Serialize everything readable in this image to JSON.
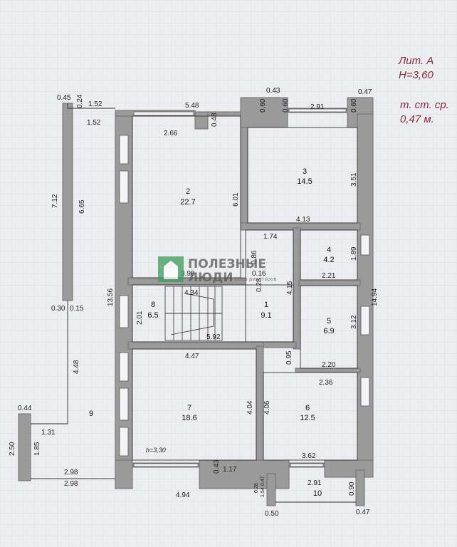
{
  "header": {
    "lit": "Лит. А",
    "height": "Н=3,60",
    "wall_thickness_line1": "т. ст. ср.",
    "wall_thickness_line2": "0,47 м."
  },
  "rooms": [
    {
      "id": "1",
      "number": "1",
      "area": "9.1"
    },
    {
      "id": "2",
      "number": "2",
      "area": "22.7"
    },
    {
      "id": "3",
      "number": "3",
      "area": "14.5"
    },
    {
      "id": "4",
      "number": "4",
      "area": "4.2"
    },
    {
      "id": "5",
      "number": "5",
      "area": "6.9"
    },
    {
      "id": "6",
      "number": "6",
      "area": "12.5"
    },
    {
      "id": "7",
      "number": "7",
      "area": "18.6"
    },
    {
      "id": "8",
      "number": "8",
      "area": "6.5"
    },
    {
      "id": "9",
      "number": "9",
      "area": ""
    },
    {
      "id": "10",
      "number": "10",
      "area": ""
    }
  ],
  "room7_height": "h=3,30",
  "dimensions": {
    "d_045": "0.45",
    "d_024": "0.24",
    "d_152a": "1.52",
    "d_152b": "1.52",
    "d_548": "5.48",
    "d_266": "2.66",
    "d_048": "0.48",
    "d_043": "0.43",
    "d_060a": "0.60",
    "d_060b": "0.60",
    "d_291top": "2.91",
    "d_060c": "0.60",
    "d_047top": "0.47",
    "d_712": "7.12",
    "d_665": "6.65",
    "d_601": "6.01",
    "d_351": "3.51",
    "d_413": "4.13",
    "d_174": "1.74",
    "d_086": "0.86",
    "d_189": "1.89",
    "d_221": "2.21",
    "d_399": "3.99",
    "d_016": "0.16",
    "d_028": "0.28",
    "d_434": "4.34",
    "d_415": "4.15",
    "d_1356": "13.56",
    "d_1494": "14.94",
    "d_030": "0.30",
    "d_015": "0.15",
    "d_201": "2.01",
    "d_592": "5.92",
    "d_312": "3.12",
    "d_447": "4.47",
    "d_095": "0.95",
    "d_220": "2.20",
    "d_236": "2.36",
    "d_448": "4.48",
    "d_404": "4.04",
    "d_406": "4.06",
    "d_044": "0.44",
    "d_131": "1.31",
    "d_250": "2.50",
    "d_185": "1.85",
    "d_362": "3.62",
    "d_043b": "0.43",
    "d_117": "1.17",
    "d_298a": "2.98",
    "d_298b": "2.98",
    "d_291b": "2.91",
    "d_090": "0.90",
    "d_494": "4.94",
    "d_047s": "0.47",
    "d_028b": "0.28",
    "d_154": "1.54",
    "d_050": "0.50",
    "d_047bot": "0.47"
  },
  "watermark": {
    "line1": "ПОЛЕЗНЫЕ",
    "line2": "ЛЮДИ",
    "sub": "союз риэлторов"
  },
  "colors": {
    "wall": "#9a9a9a",
    "wall_edge": "#6f6f6f",
    "line": "#333333",
    "header": "#8a2a3a",
    "watermark_green": "#3b9c5a"
  }
}
